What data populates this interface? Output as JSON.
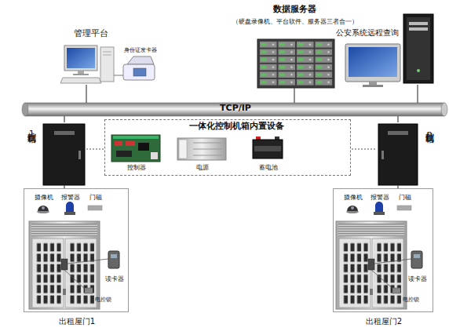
{
  "diagram": {
    "nodes": [
      {
        "text": [
          "管理平台"
        ]
      },
      {
        "text": [
          "身份证发卡器"
        ]
      },
      {
        "text": [
          "数据服务器",
          "（硬盘录像机、平台软件、服务器三者合一）"
        ]
      },
      {
        "text": [
          "公安系统远程查询"
        ]
      },
      {
        "text": [
          "TCP/IP"
        ]
      },
      {
        "text": [
          "控制机箱1"
        ]
      },
      {
        "text": [
          "一体化控制机箱内置设备"
        ]
      },
      {
        "text": [
          "控制器"
        ],
        "in": 6
      },
      {
        "text": [
          "电源"
        ],
        "in": 6
      },
      {
        "text": [
          "蓄电池"
        ],
        "in": 6
      },
      {
        "text": [
          "控制机箱n"
        ]
      },
      {
        "text": [
          "出租屋门1"
        ]
      },
      {
        "text": [
          "摄像机"
        ],
        "in": 11
      },
      {
        "text": [
          "报警器"
        ],
        "in": 11
      },
      {
        "text": [
          "门磁"
        ],
        "in": 11
      },
      {
        "text": [
          "读卡器"
        ],
        "in": 11
      },
      {
        "text": [
          "电控锁"
        ],
        "in": 11
      },
      {
        "text": [
          "出租屋门2"
        ]
      },
      {
        "text": [
          "摄像机"
        ],
        "in": 17
      },
      {
        "text": [
          "报警器"
        ],
        "in": 17
      },
      {
        "text": [
          "门磁"
        ],
        "in": 17
      },
      {
        "text": [
          "读卡器"
        ],
        "in": 17
      },
      {
        "text": [
          "电控锁"
        ],
        "in": 17
      }
    ],
    "edges": [
      {
        "from": 0,
        "to": 4,
        "arrow": "none"
      },
      {
        "from": 2,
        "to": 4,
        "arrow": "none"
      },
      {
        "from": 3,
        "to": 4,
        "arrow": "none"
      },
      {
        "from": 5,
        "to": 4,
        "arrow": "none"
      },
      {
        "from": 10,
        "to": 4,
        "arrow": "none"
      },
      {
        "from": 5,
        "to": 6,
        "arrow": "none"
      },
      {
        "from": 10,
        "to": 6,
        "arrow": "none"
      },
      {
        "from": 5,
        "to": 11,
        "arrow": "none"
      },
      {
        "from": 10,
        "to": 17,
        "arrow": "none"
      }
    ]
  }
}
